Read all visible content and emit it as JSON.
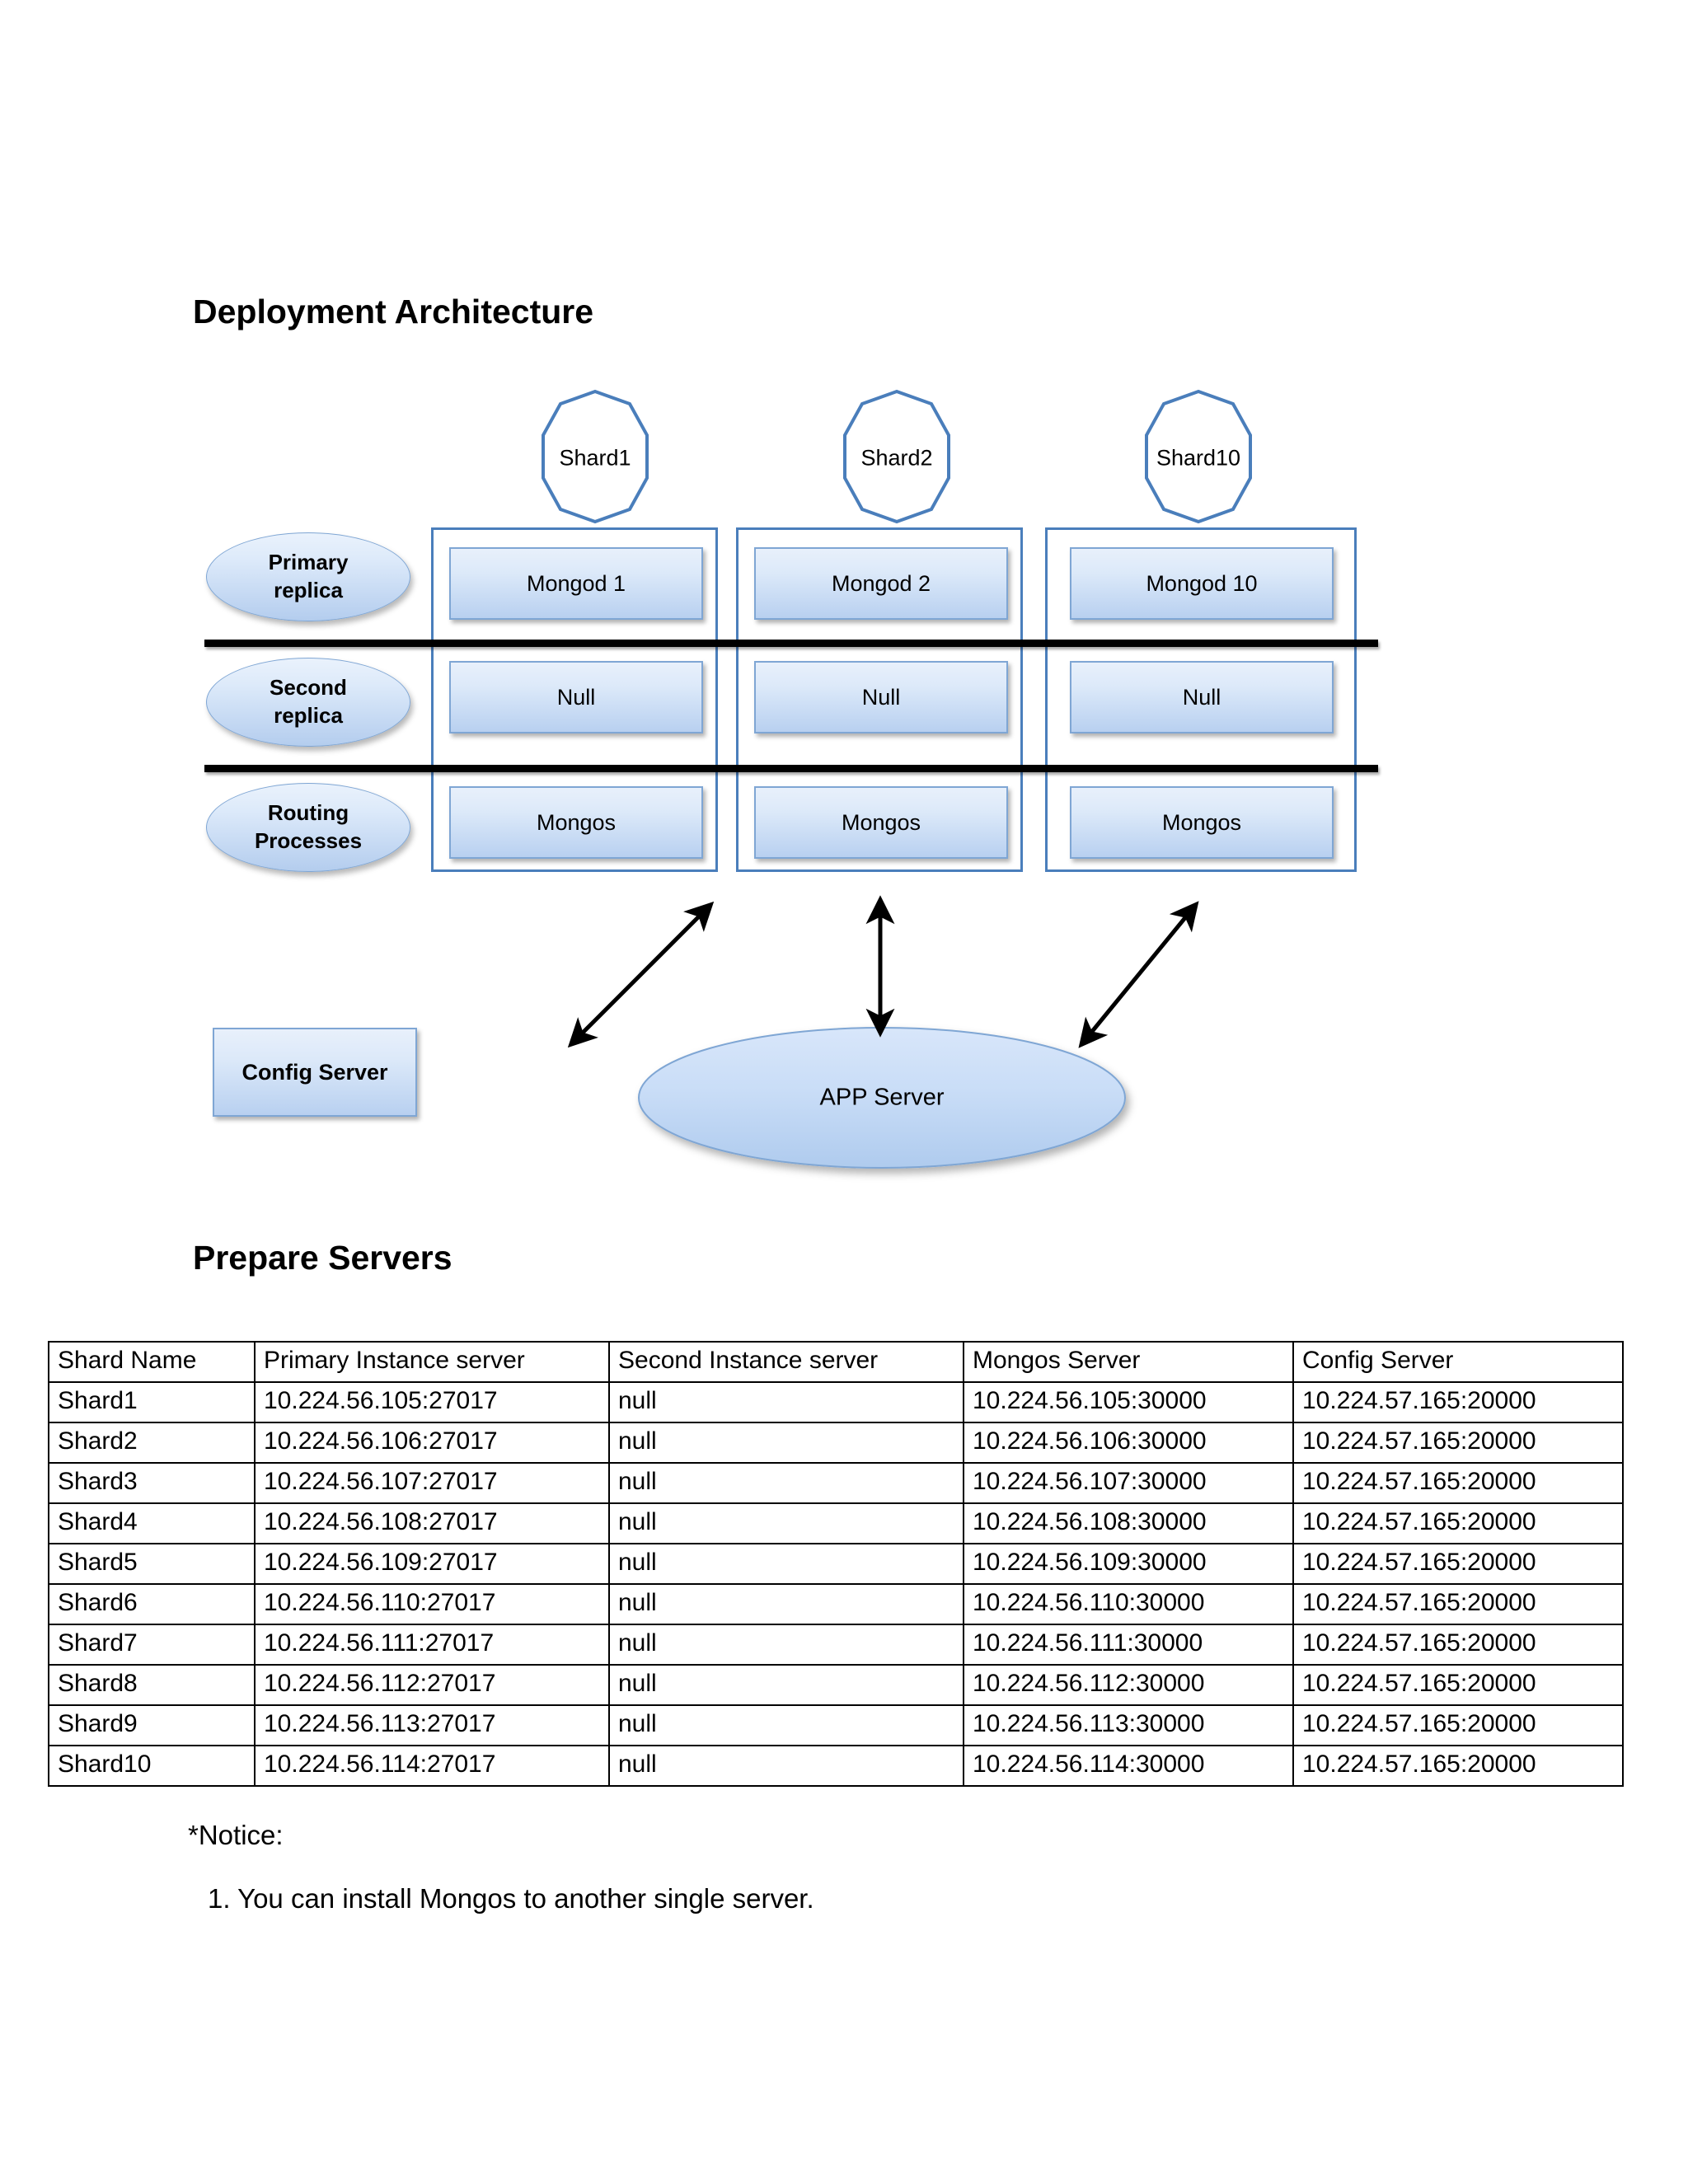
{
  "headings": {
    "architecture": "Deployment Architecture",
    "prepare": "Prepare Servers"
  },
  "diagram": {
    "shards": [
      {
        "label": "Shard1"
      },
      {
        "label": "Shard2"
      },
      {
        "label": "Shard10"
      }
    ],
    "row_labels": [
      {
        "line1": "Primary",
        "line2": "replica"
      },
      {
        "line1": "Second",
        "line2": "replica"
      },
      {
        "line1": "Routing",
        "line2": "Processes"
      }
    ],
    "columns": [
      {
        "primary": "Mongod 1",
        "second": "Null",
        "routing": "Mongos"
      },
      {
        "primary": "Mongod 2",
        "second": "Null",
        "routing": "Mongos"
      },
      {
        "primary": "Mongod 10",
        "second": "Null",
        "routing": "Mongos"
      }
    ],
    "config_server": "Config Server",
    "app_server": "APP Server",
    "colors": {
      "box_border": "#4A7EBB",
      "node_border": "#7FA6D4",
      "node_fill_top": "#E8F0FB",
      "node_fill_bottom": "#B8D0F0",
      "rule": "#000000",
      "arrow": "#000000"
    }
  },
  "table": {
    "headers": [
      "Shard Name",
      "Primary Instance server",
      "Second Instance server",
      "Mongos Server",
      "Config  Server"
    ],
    "rows": [
      [
        "Shard1",
        "10.224.56.105:27017",
        "null",
        "10.224.56.105:30000",
        "10.224.57.165:20000"
      ],
      [
        "Shard2",
        "10.224.56.106:27017",
        "null",
        "10.224.56.106:30000",
        "10.224.57.165:20000"
      ],
      [
        "Shard3",
        "10.224.56.107:27017",
        "null",
        "10.224.56.107:30000",
        "10.224.57.165:20000"
      ],
      [
        "Shard4",
        "10.224.56.108:27017",
        "null",
        "10.224.56.108:30000",
        "10.224.57.165:20000"
      ],
      [
        "Shard5",
        "10.224.56.109:27017",
        "null",
        "10.224.56.109:30000",
        "10.224.57.165:20000"
      ],
      [
        "Shard6",
        "10.224.56.110:27017",
        "null",
        "10.224.56.110:30000",
        "10.224.57.165:20000"
      ],
      [
        "Shard7",
        "10.224.56.111:27017",
        "null",
        "10.224.56.111:30000",
        "10.224.57.165:20000"
      ],
      [
        "Shard8",
        "10.224.56.112:27017",
        "null",
        "10.224.56.112:30000",
        "10.224.57.165:20000"
      ],
      [
        "Shard9",
        "10.224.56.113:27017",
        "null",
        "10.224.56.113:30000",
        "10.224.57.165:20000"
      ],
      [
        "Shard10",
        "10.224.56.114:27017",
        "null",
        "10.224.56.114:30000",
        "10.224.57.165:20000"
      ]
    ]
  },
  "notice": {
    "title": "*Notice:",
    "items": [
      "1. You can install Mongos to another single server."
    ]
  }
}
